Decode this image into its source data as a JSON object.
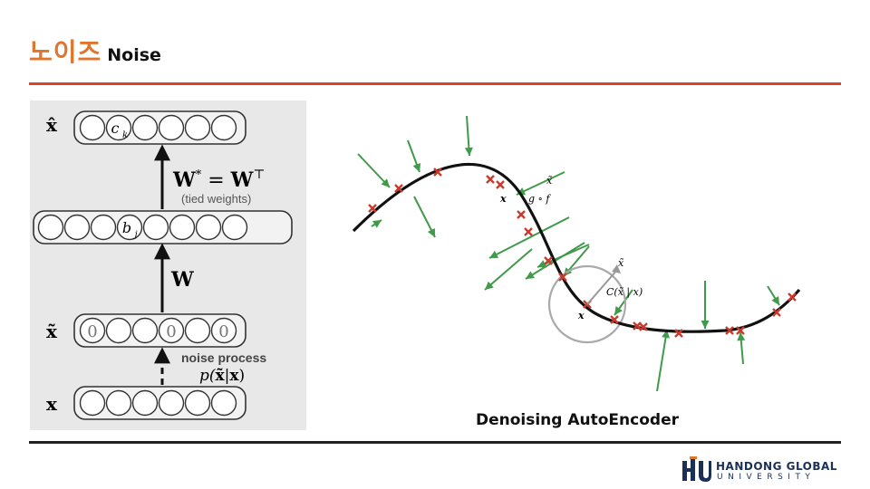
{
  "header": {
    "title_kr": "노이즈",
    "title_en": "Noise"
  },
  "left_diagram": {
    "rows": {
      "x_hat": {
        "label": "x̂",
        "node_label": "c",
        "node_subscript": "k"
      },
      "hidden": {
        "node_label": "b",
        "node_subscript": "j"
      },
      "x_tilde": {
        "label": "x̃",
        "zero": "0"
      },
      "x": {
        "label": "x"
      }
    },
    "top_arrow": {
      "lhs": "W",
      "lhs_sup": "*",
      "eq": " = ",
      "rhs": "W",
      "rhs_sup": "⊤",
      "note": "(tied weights)"
    },
    "mid_arrow": {
      "label": "W"
    },
    "noise": {
      "title": "noise process",
      "p": "p(",
      "xt": "x̃",
      "bar": "|",
      "x": "x",
      "close": ")"
    }
  },
  "curve_diagram": {
    "labels": {
      "x_tilde_top": "x̃",
      "x_top": "x",
      "gof": "g ∘ f",
      "x_tilde_mid": "x̃",
      "C": "C(x̃ | x)",
      "x_mid": "x"
    },
    "colors": {
      "curve": "#111111",
      "arrows": "#3f9a4a",
      "marks": "#c93a2c",
      "circle": "#aaaaaa"
    }
  },
  "caption": "Denoising AutoEncoder",
  "logo": {
    "line1": "HANDONG GLOBAL",
    "line2": "UNIVERSITY"
  }
}
